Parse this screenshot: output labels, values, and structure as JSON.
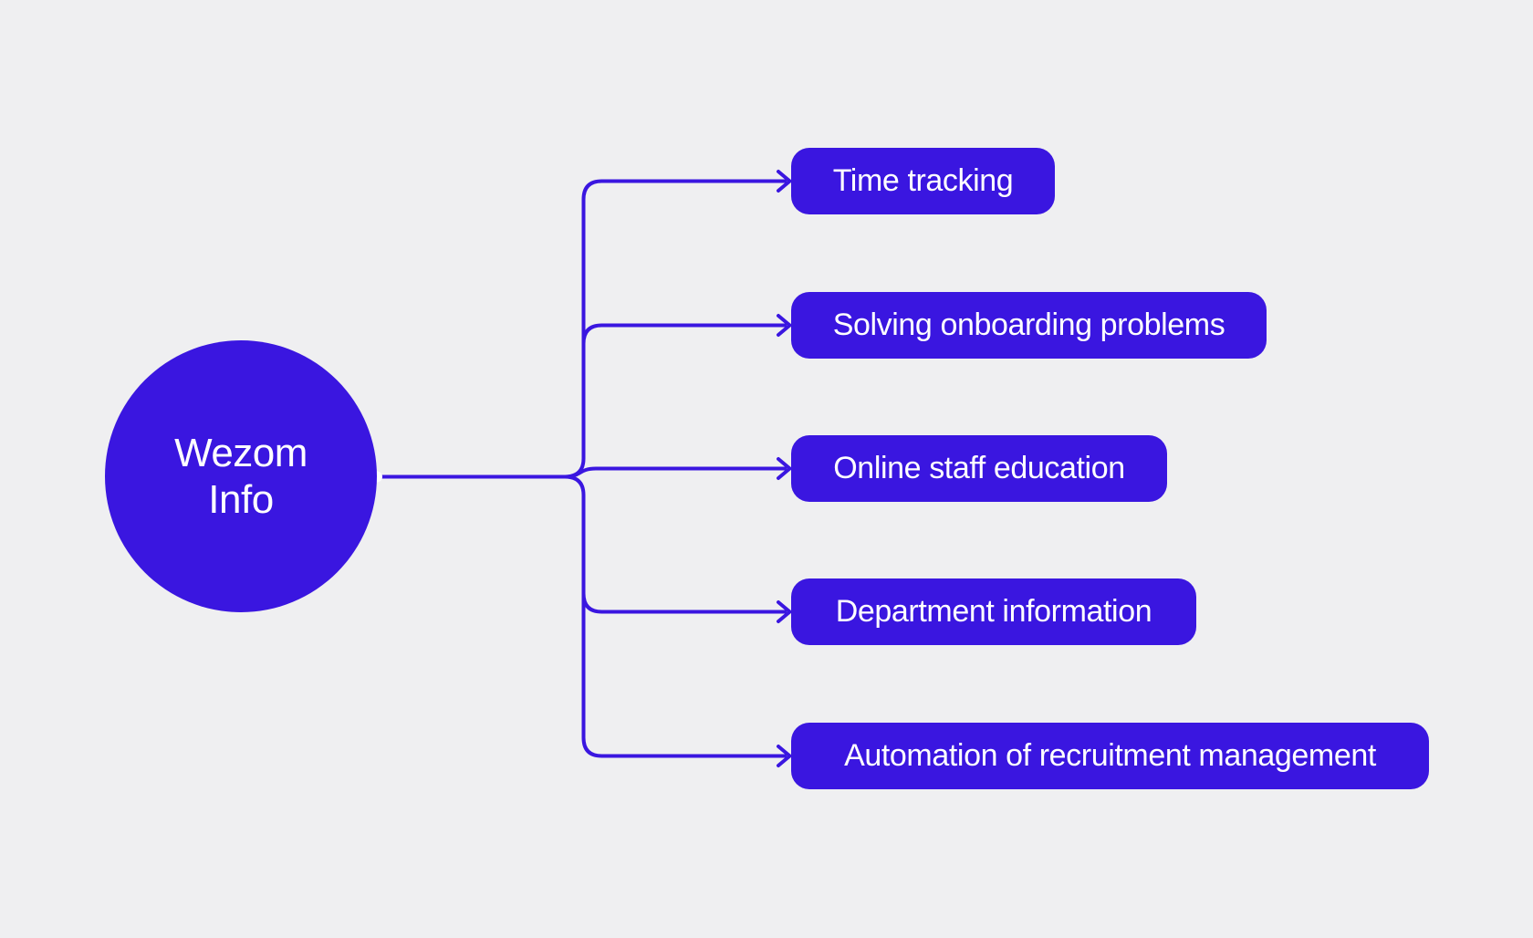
{
  "diagram": {
    "root": {
      "label": "Wezom\nInfo"
    },
    "branches": [
      {
        "label": "Time tracking"
      },
      {
        "label": "Solving onboarding problems"
      },
      {
        "label": "Online staff education"
      },
      {
        "label": "Department information"
      },
      {
        "label": "Automation of recruitment management"
      }
    ]
  },
  "colors": {
    "primary": "#3A16E0",
    "background": "#EFEFF1",
    "text_on_primary": "#FFFFFF"
  }
}
